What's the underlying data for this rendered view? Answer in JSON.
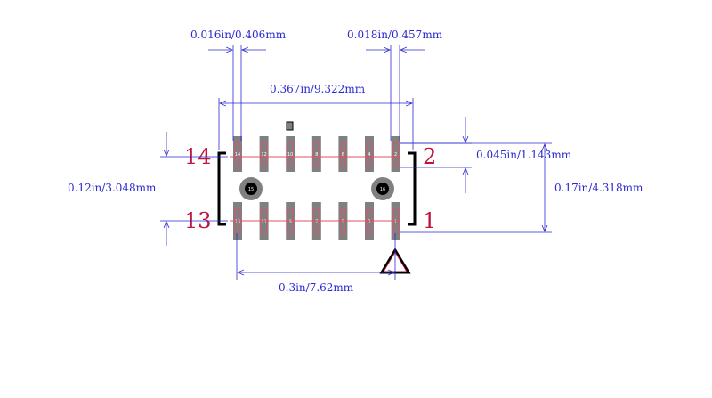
{
  "dimensions": {
    "pad_width": "0.016in/0.406mm",
    "pad_gap": "0.018in/0.457mm",
    "pad_span": "0.367in/9.322mm",
    "row_pitch": "0.12in/3.048mm",
    "pad_height": "0.045in/1.143mm",
    "overall_height": "0.17in/4.318mm",
    "pin_span": "0.3in/7.62mm"
  },
  "pin_numbers": {
    "top_left": "14",
    "top_right": "2",
    "bottom_left": "13",
    "bottom_right": "1"
  },
  "mounting_holes": [
    "15",
    "16"
  ],
  "top_pad_labels": [
    "14",
    "12",
    "10",
    "8",
    "6",
    "4",
    "2"
  ],
  "bottom_pad_labels": [
    "13",
    "11",
    "9",
    "7",
    "5",
    "3",
    "1"
  ],
  "colors": {
    "dimension_line": "#2a2ad0",
    "pin_number": "#c0143c",
    "pad_fill": "#808080",
    "pad_outline": "#e0506a",
    "silkscreen": "#000000"
  }
}
